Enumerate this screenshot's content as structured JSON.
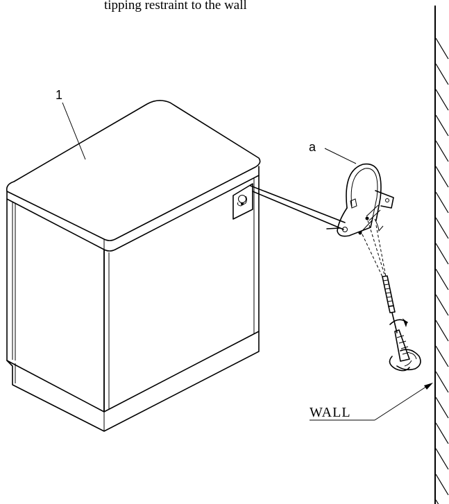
{
  "caption": "tipping restraint to the wall",
  "labels": {
    "cabinet_number": "1",
    "bracket_letter": "a",
    "wall": "WALL"
  }
}
